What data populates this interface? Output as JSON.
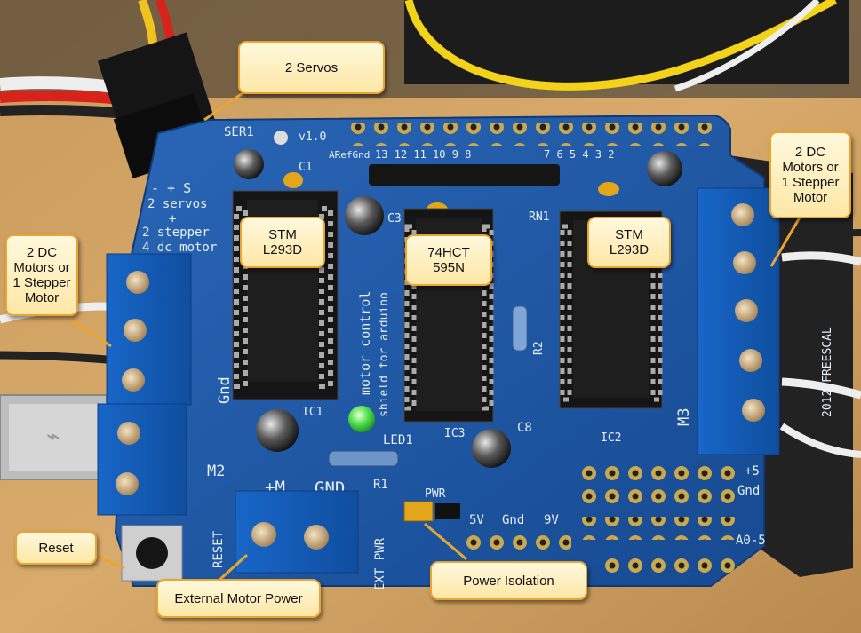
{
  "callouts": {
    "servos": "2 Servos",
    "dc_left": "2 DC\nMotors or\n1 Stepper\nMotor",
    "dc_right": "2 DC\nMotors or\n1 Stepper\nMotor",
    "stm_left": "STM\nL293D",
    "shift_register": "74HCT\n595N",
    "stm_right": "STM\nL293D",
    "reset": "Reset",
    "ext_power": "External Motor Power",
    "power_isolation": "Power Isolation"
  },
  "silkscreen": {
    "ser1": "SER1",
    "version": "v1.0",
    "aref_gnd": "ARefGnd",
    "pins_high": "13 12 11 10  9  8",
    "pins_low": "7  6  5  4  3  2",
    "servos_line1": "2 servos",
    "servos_line2": "+",
    "servos_line3": "2 stepper",
    "servos_line4": "4 dc motor",
    "plus_s": "- + S",
    "c1": "C1",
    "c3": "C3",
    "rn1": "RN1",
    "r2": "R2",
    "motor_control": "motor control",
    "shield_arduino": "shield for arduino",
    "ic1": "IC1",
    "ic3": "IC3",
    "ic2": "IC2",
    "c8": "C8",
    "led1": "LED1",
    "r1": "R1",
    "gnd_vert": "Gnd",
    "gnd_bottom": "GND",
    "plus_m": "+M",
    "m2": "M2",
    "m3": "M3",
    "pwr": "PWR",
    "v5": "5V",
    "gnd_small": "Gnd",
    "v9": "9V",
    "ext_pwr": "EXT_PWR",
    "reset_label": "RESET",
    "a05": "A0-5",
    "plus5": "+5",
    "gnd_right": "Gnd",
    "scal": "2012 FREESCAL"
  },
  "colors": {
    "pcb": "#1f5aa8",
    "terminal": "#1f6fc4",
    "callout_border": "#e9a531",
    "led": "#4ee04e"
  }
}
